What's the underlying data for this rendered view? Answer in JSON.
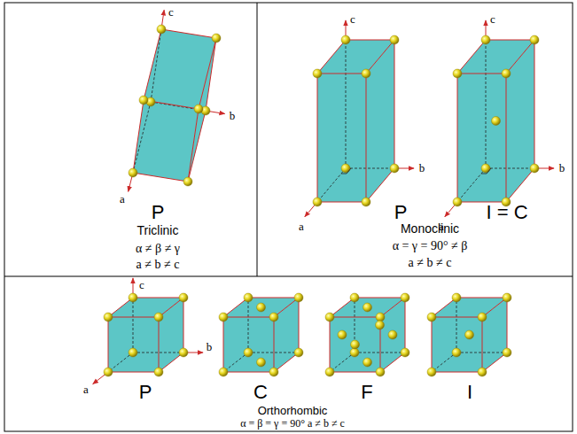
{
  "diagram": {
    "labels": [
      "c",
      "a",
      "b",
      "P",
      "Triclinic",
      "α ≠ β ≠ γ",
      "a ≠ b ≠ c",
      "c",
      "b",
      "a",
      "c",
      "b",
      "a",
      "P",
      "I = C",
      "Monoclinic",
      "α = γ = 90° ≠ β",
      "a ≠ b ≠ c",
      "c",
      "a",
      "b",
      "P",
      "C",
      "F",
      "I",
      "Orthorhombic",
      "α = β = γ = 90°  a ≠ b ≠ c"
    ]
  }
}
